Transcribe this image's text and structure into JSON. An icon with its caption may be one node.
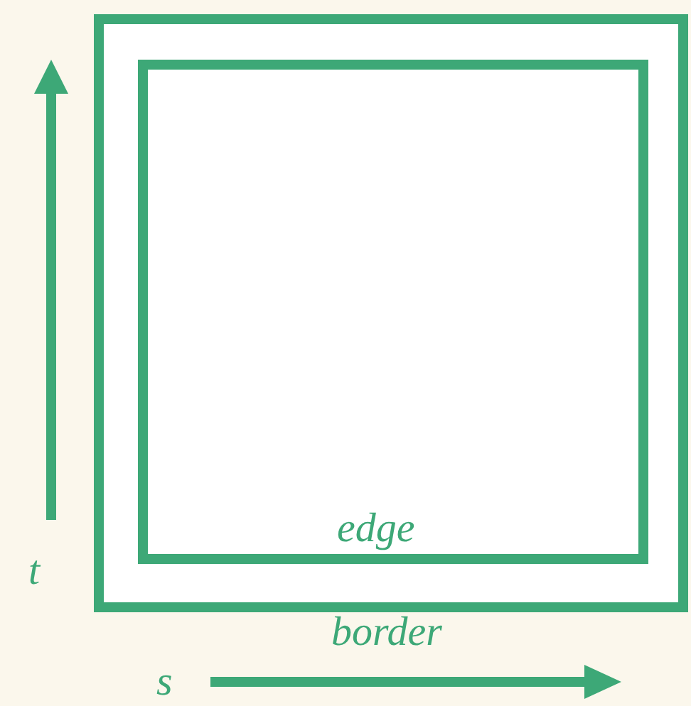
{
  "diagram": {
    "nodes": [
      {
        "text": [
          "border"
        ]
      },
      {
        "text": [
          "edge"
        ],
        "in": 0
      }
    ],
    "labels": [
      "t",
      "s"
    ]
  }
}
